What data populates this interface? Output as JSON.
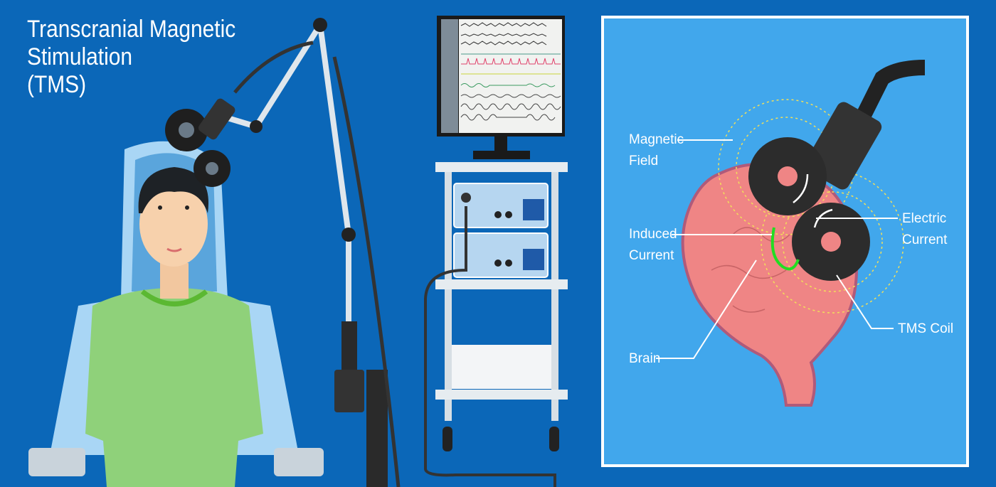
{
  "title": {
    "line1": "Transcranial Magnetic",
    "line2": "Stimulation",
    "line3": "(TMS)"
  },
  "diagram": {
    "labels": {
      "magnetic_field": [
        "Magnetic",
        "Field"
      ],
      "induced_current": [
        "Induced",
        "Current"
      ],
      "electric_current": [
        "Electric",
        "Current"
      ],
      "tms_coil": "TMS Coil",
      "brain": "Brain"
    }
  },
  "colors": {
    "background": "#0b67b8",
    "panel": "#41a7ec",
    "brain": "#ef8585",
    "coil": "#2c2c2c",
    "field": "#f2e05a",
    "induced": "#22dd22"
  }
}
